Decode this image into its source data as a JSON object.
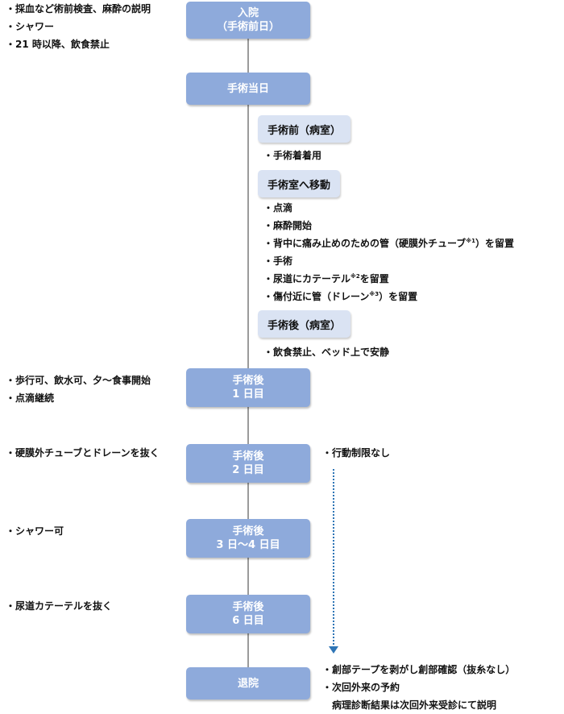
{
  "stages": {
    "admission": {
      "line1": "入院",
      "line2": "（手術前日）"
    },
    "surgery_day": {
      "line1": "手術当日"
    },
    "post_day1": {
      "line1": "手術後",
      "line2": "1 日目"
    },
    "post_day2": {
      "line1": "手術後",
      "line2": "2 日目"
    },
    "post_day3_4": {
      "line1": "手術後",
      "line2": "3 日～4 日目"
    },
    "post_day6": {
      "line1": "手術後",
      "line2": "6 日目"
    },
    "discharge": {
      "line1": "退院"
    }
  },
  "substages": {
    "pre_op": "手術前（病室）",
    "to_or": "手術室へ移動",
    "post_op": "手術後（病室）"
  },
  "notes": {
    "admission": [
      "・採血など術前検査、麻酔の説明",
      "・シャワー",
      "・21 時以降、飲食禁止"
    ],
    "pre_op": [
      "・手術着着用"
    ],
    "or": {
      "drip": "・点滴",
      "anesthesia": "・麻酔開始",
      "epidural_pre": "・背中に痛み止めのための管（硬膜外チューブ",
      "epidural_mark": "※1",
      "epidural_post": "）を留置",
      "surgery": "・手術",
      "catheter_pre": "・尿道にカテーテル",
      "catheter_mark": "※2",
      "catheter_post": "を留置",
      "drain_pre": "・傷付近に管（ドレーン",
      "drain_mark": "※3",
      "drain_post": "）を留置"
    },
    "post_op": [
      "・飲食禁止、ベッド上で安静"
    ],
    "day1": [
      "・歩行可、飲水可、夕～食事開始",
      "・点滴継続"
    ],
    "day2_left": [
      "・硬膜外チューブとドレーンを抜く"
    ],
    "day2_right": [
      "・行動制限なし"
    ],
    "day3_4": [
      "・シャワー可"
    ],
    "day6": [
      "・尿道カテーテルを抜く"
    ],
    "discharge": [
      "・創部テープを剥がし創部確認（抜糸なし）",
      "・次回外来の予約",
      "　病理診断結果は次回外来受診にて説明"
    ]
  }
}
